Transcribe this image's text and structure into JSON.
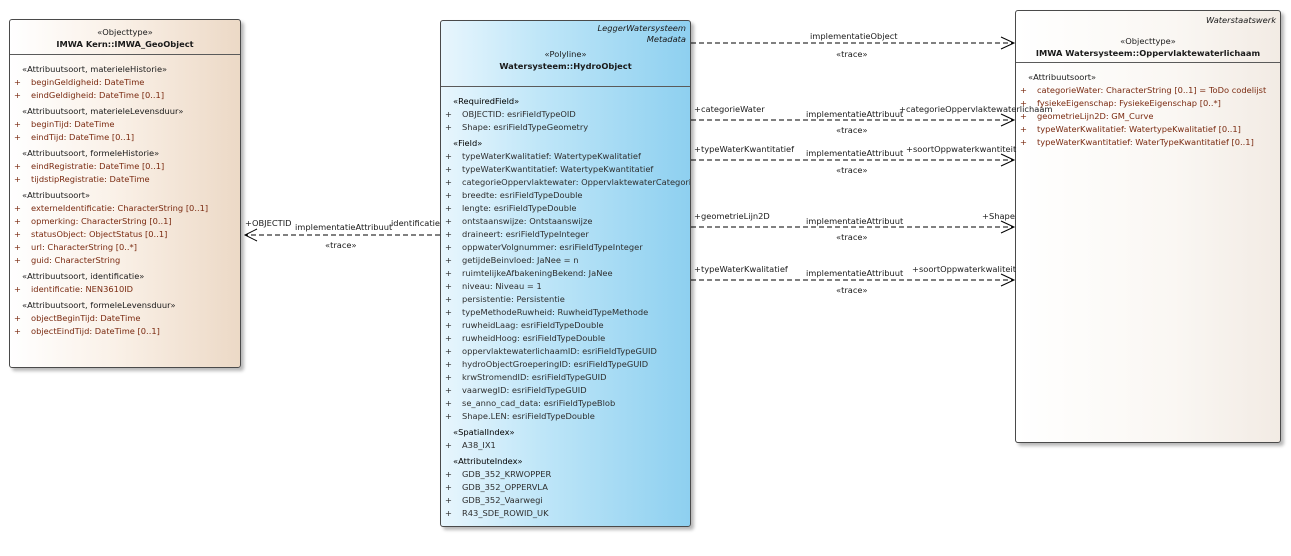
{
  "left_class": {
    "stereotype": "«Objecttype»",
    "name": "IMWA Kern::IMWA_GeoObject",
    "groups": [
      {
        "title": "«Attribuutsoort, materieleHistorie»",
        "attrs": [
          "beginGeldigheid: DateTime",
          "eindGeldigheid: DateTime [0..1]"
        ]
      },
      {
        "title": "«Attribuutsoort, materieleLevensduur»",
        "attrs": [
          "beginTijd: DateTime",
          "eindTijd: DateTime [0..1]"
        ]
      },
      {
        "title": "«Attribuutsoort, formeleHistorie»",
        "attrs": [
          "eindRegistratie: DateTime [0..1]",
          "tijdstipRegistratie: DateTime"
        ]
      },
      {
        "title": "«Attribuutsoort»",
        "attrs": [
          "externeIdentificatie: CharacterString [0..1]",
          "opmerking: CharacterString [0..1]",
          "statusObject: ObjectStatus [0..1]",
          "url: CharacterString [0..*]",
          "guid: CharacterString"
        ]
      },
      {
        "title": "«Attribuutsoort, identificatie»",
        "attrs": [
          "identificatie: NEN3610ID"
        ]
      },
      {
        "title": "«Attribuutsoort, formeleLevensduur»",
        "attrs": [
          "objectBeginTijd: DateTime",
          "objectEindTijd: DateTime [0..1]"
        ]
      }
    ]
  },
  "middle_class": {
    "tag_line1": "LeggerWatersysteem",
    "tag_line2": "Metadata",
    "stereotype": "«Polyline»",
    "name": "Watersysteem::HydroObject",
    "groups": [
      {
        "title": "«RequiredField»",
        "attrs": [
          "OBJECTID: esriFieldTypeOID",
          "Shape: esriFieldTypeGeometry"
        ]
      },
      {
        "title": "«Field»",
        "attrs": [
          "typeWaterKwalitatief: WatertypeKwalitatief",
          "typeWaterKwantitatief: WatertypeKwantitatief",
          "categorieOppervlaktewater: OppervlaktewaterCategorie",
          "breedte: esriFieldTypeDouble",
          "lengte: esriFieldTypeDouble",
          "ontstaanswijze: Ontstaanswijze",
          "draineert: esriFieldTypeInteger",
          "oppwaterVolgnummer: esriFieldTypeInteger",
          "getijdeBeinvloed: JaNee = n",
          "ruimtelijkeAfbakeningBekend: JaNee",
          "niveau: Niveau = 1",
          "persistentie: Persistentie",
          "typeMethodeRuwheid: RuwheidTypeMethode",
          "ruwheidLaag: esriFieldTypeDouble",
          "ruwheidHoog: esriFieldTypeDouble",
          "oppervlaktewaterlichaamID: esriFieldTypeGUID",
          "hydroObjectGroeperingID: esriFieldTypeGUID",
          "krwStromendID: esriFieldTypeGUID",
          "vaarwegID: esriFieldTypeGUID",
          "se_anno_cad_data: esriFieldTypeBlob",
          "Shape.LEN: esriFieldTypeDouble"
        ]
      },
      {
        "title": "«SpatialIndex»",
        "attrs": [
          "A38_IX1"
        ]
      },
      {
        "title": "«AttributeIndex»",
        "attrs": [
          "GDB_352_KRWOPPER",
          "GDB_352_OPPERVLA",
          "GDB_352_Vaarwegi",
          "R43_SDE_ROWID_UK"
        ]
      }
    ]
  },
  "right_class": {
    "tag": "Waterstaatswerk",
    "stereotype": "«Objecttype»",
    "name": "IMWA Watersysteem::Oppervlaktewaterlichaam",
    "groups": [
      {
        "title": "«Attribuutsoort»",
        "attrs": [
          "categorieWater: CharacterString [0..1] = ToDo codelijst",
          "fysiekeEigenschap: FysiekeEigenschap [0..*]",
          "geometrieLijn2D: GM_Curve",
          "typeWaterKwalitatief: WatertypeKwalitatief [0..1]",
          "typeWaterKwantitatief: WaterTypeKwantitatief [0..1]"
        ]
      }
    ]
  },
  "visibility_symbol": "+",
  "connectors": {
    "left": {
      "name": "implementatieAttribuut",
      "stereotype": "«trace»",
      "source_role": "identificatie",
      "target_role": "+OBJECTID"
    },
    "top": {
      "name": "implementatieObject",
      "stereotype": "«trace»"
    },
    "r1": {
      "name": "implementatieAttribuut",
      "stereotype": "«trace»",
      "source_role": "+categorieWater",
      "target_role": "+categorieOppervlaktewaterlichaam"
    },
    "r2": {
      "name": "implementatieAttribuut",
      "stereotype": "«trace»",
      "source_role": "+typeWaterKwantitatief",
      "target_role": "+soortOppwaterkwantiteit"
    },
    "r3": {
      "name": "implementatieAttribuut",
      "stereotype": "«trace»",
      "source_role": "+geometrieLijn2D",
      "target_role": "+Shape"
    },
    "r4": {
      "name": "implementatieAttribuut",
      "stereotype": "«trace»",
      "source_role": "+typeWaterKwalitatief",
      "target_role": "+soortOppwaterkwaliteit"
    }
  }
}
